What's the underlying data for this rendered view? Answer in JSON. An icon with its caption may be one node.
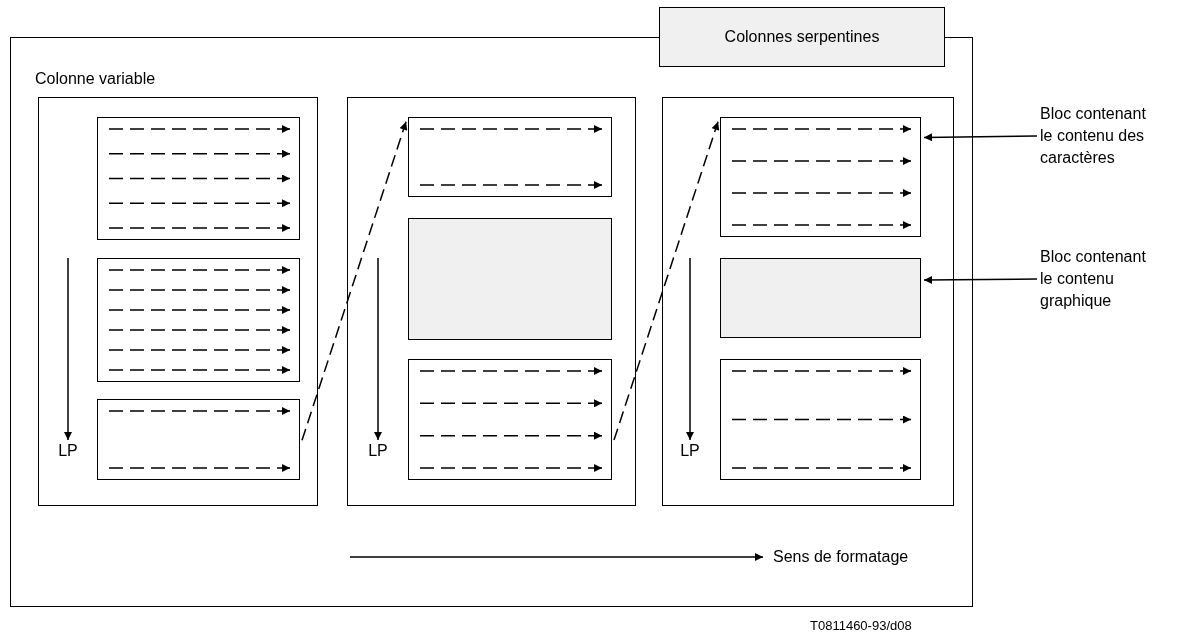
{
  "diagram": {
    "nodes": [
      {
        "text": [],
        "shape": "box"
      },
      {
        "text": [
          "Colonnes serpentines"
        ]
      },
      {
        "text": [
          "Colonne variable"
        ],
        "in": 0
      },
      {
        "text": [],
        "shape": "box",
        "in": 0
      },
      {
        "text": [],
        "shape": "box",
        "in": 0
      },
      {
        "text": [],
        "shape": "box",
        "in": 2
      },
      {
        "text": [],
        "shape": "box",
        "in": 2
      },
      {
        "text": [],
        "shape": "box",
        "in": 2
      },
      {
        "text": [],
        "shape": "box",
        "in": 3
      },
      {
        "text": [],
        "shape": "box",
        "in": 3
      },
      {
        "text": [],
        "shape": "box",
        "in": 3
      },
      {
        "text": [],
        "shape": "box",
        "in": 4
      },
      {
        "text": [],
        "shape": "box",
        "in": 4
      },
      {
        "text": [],
        "shape": "box",
        "in": 4
      },
      {
        "text": [
          "LP"
        ],
        "in": 2
      },
      {
        "text": [
          "LP"
        ],
        "in": 3
      },
      {
        "text": [
          "LP"
        ],
        "in": 4
      },
      {
        "text": [
          "Bloc contenant le contenu des caractères"
        ]
      },
      {
        "text": [
          "Bloc contenant le contenu graphique"
        ]
      }
    ],
    "edges": [
      {
        "from": null,
        "to": 14,
        "arrow": "to"
      },
      {
        "from": null,
        "to": 15,
        "arrow": "to"
      },
      {
        "from": null,
        "to": 16,
        "arrow": "to"
      },
      {
        "from": 7,
        "to": 8,
        "arrow": "to",
        "style": "dashed"
      },
      {
        "from": 10,
        "to": 11,
        "arrow": "to",
        "style": "dashed"
      },
      {
        "from": 17,
        "to": 11,
        "arrow": "to"
      },
      {
        "from": 18,
        "to": 12,
        "arrow": "to"
      }
    ],
    "labels": [
      "Sens de formatage",
      "T0811460-93/d08"
    ]
  }
}
